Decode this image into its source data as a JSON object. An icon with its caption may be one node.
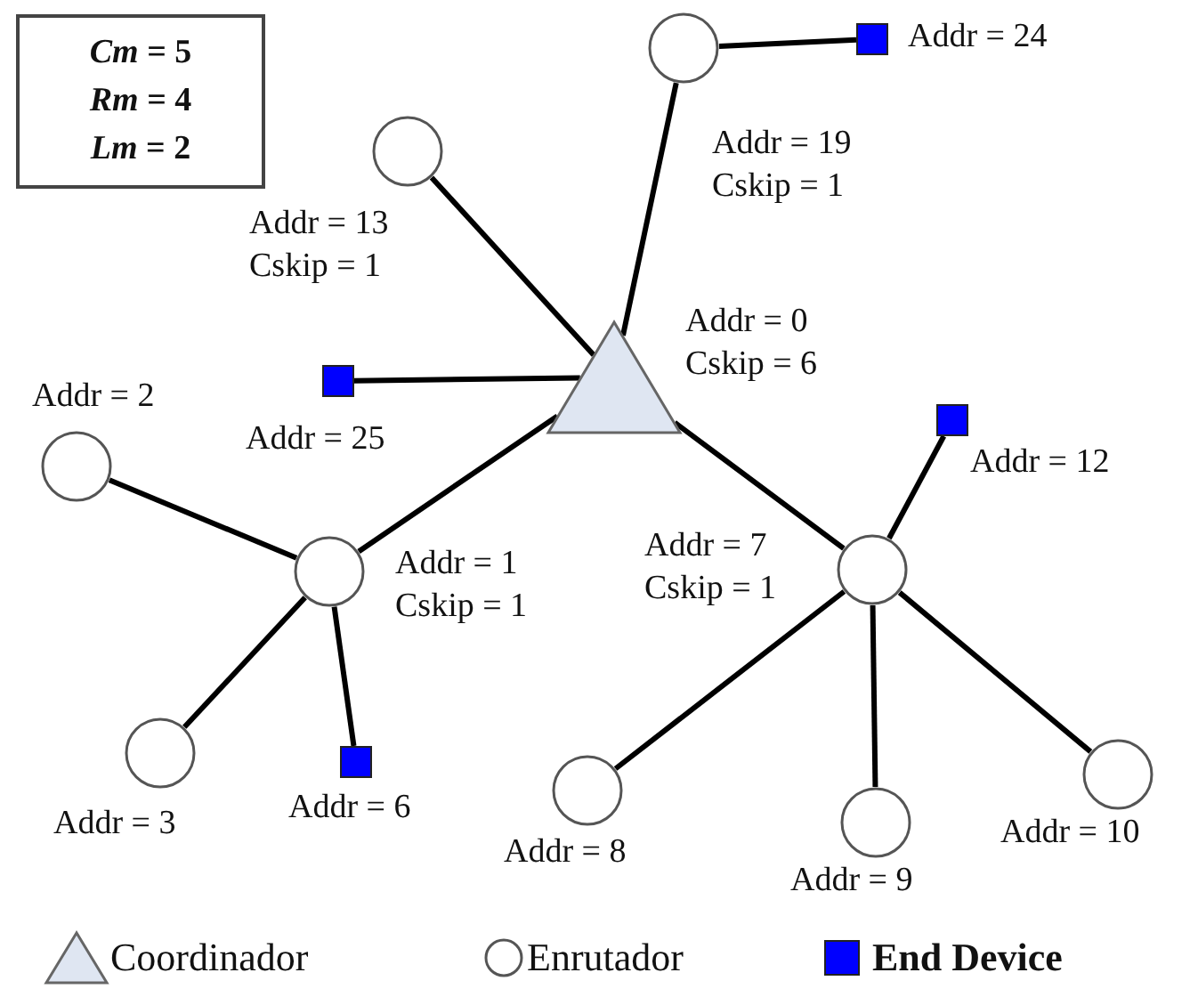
{
  "diagram": {
    "nodes": [
      {
        "text": [
          "*Cm* = 5",
          "*Rm* = 4",
          "*Lm* = 2"
        ]
      },
      {
        "text": [],
        "shape": "circle",
        "beside": [
          "Addr = 19",
          "Cskip = 1"
        ]
      },
      {
        "text": [],
        "shape": "box",
        "beside": [
          "Addr = 24"
        ]
      },
      {
        "text": [],
        "shape": "circle",
        "beside": [
          "Addr = 13",
          "Cskip = 1"
        ]
      },
      {
        "text": [],
        "shape": "triangle",
        "beside": [
          "Addr = 0",
          "Cskip = 6"
        ]
      },
      {
        "text": [],
        "shape": "box",
        "beside": [
          "Addr = 25"
        ]
      },
      {
        "text": [],
        "shape": "box",
        "beside": [
          "Addr = 12"
        ]
      },
      {
        "text": [],
        "shape": "circle",
        "beside": [
          "Addr = 2"
        ]
      },
      {
        "text": [],
        "shape": "circle",
        "beside": [
          "Addr = 1",
          "Cskip = 1"
        ]
      },
      {
        "text": [],
        "shape": "circle",
        "beside": [
          "Addr = 7",
          "Cskip = 1"
        ]
      },
      {
        "text": [],
        "shape": "circle",
        "beside": [
          "Addr = 3"
        ]
      },
      {
        "text": [],
        "shape": "box",
        "beside": [
          "Addr = 6"
        ]
      },
      {
        "text": [],
        "shape": "circle",
        "beside": [
          "Addr = 10"
        ]
      },
      {
        "text": [],
        "shape": "circle",
        "beside": [
          "Addr = 8"
        ]
      },
      {
        "text": [],
        "shape": "circle",
        "beside": [
          "Addr = 9"
        ]
      }
    ],
    "edges": [
      {
        "from": 4,
        "to": 1,
        "arrow": "none"
      },
      {
        "from": 1,
        "to": 2,
        "arrow": "none"
      },
      {
        "from": 4,
        "to": 3,
        "arrow": "none"
      },
      {
        "from": 4,
        "to": 5,
        "arrow": "none"
      },
      {
        "from": 4,
        "to": 8,
        "arrow": "none"
      },
      {
        "from": 4,
        "to": 9,
        "arrow": "none"
      },
      {
        "from": 8,
        "to": 7,
        "arrow": "none"
      },
      {
        "from": 8,
        "to": 10,
        "arrow": "none"
      },
      {
        "from": 8,
        "to": 11,
        "arrow": "none"
      },
      {
        "from": 9,
        "to": 6,
        "arrow": "none"
      },
      {
        "from": 9,
        "to": 13,
        "arrow": "none"
      },
      {
        "from": 9,
        "to": 14,
        "arrow": "none"
      },
      {
        "from": 9,
        "to": 12,
        "arrow": "none"
      }
    ],
    "legend": [
      {
        "text": "Coordinador"
      },
      {
        "text": "Enrutador"
      },
      {
        "text": "End Device",
        "color": "#0000ff"
      }
    ]
  }
}
